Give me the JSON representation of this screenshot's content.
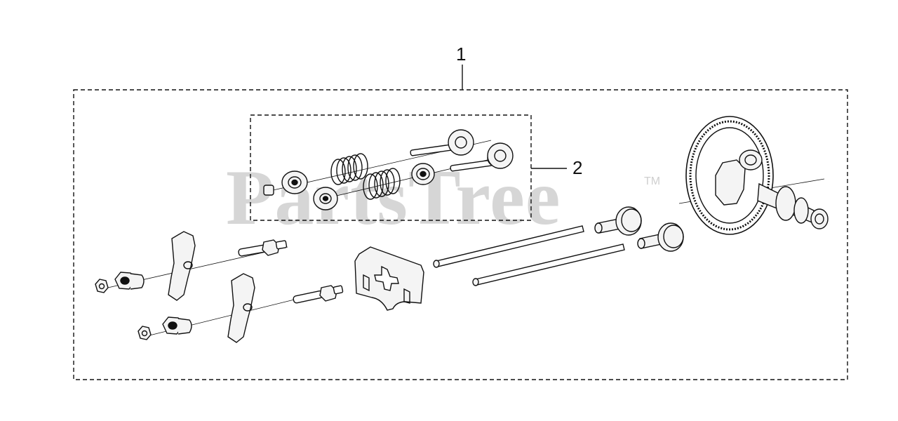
{
  "diagram": {
    "callouts": {
      "assembly": "1",
      "valve_kit": "2"
    },
    "watermark": {
      "text": "PartsTree",
      "trademark": "TM"
    },
    "colors": {
      "line": "#111111",
      "watermark": "#d6d6d6",
      "part_fill": "#f4f4f4"
    }
  }
}
